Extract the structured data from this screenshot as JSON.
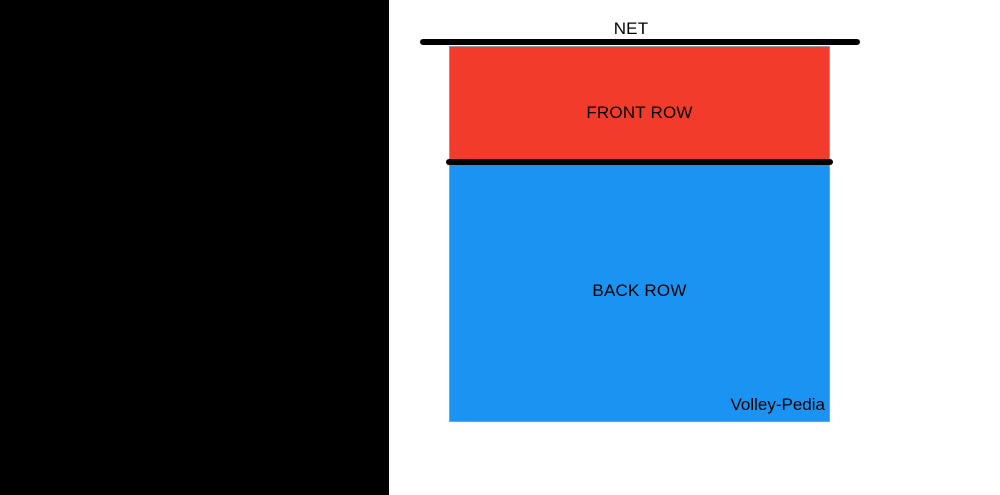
{
  "diagram": {
    "net_label": "NET",
    "front_row_label": "FRONT ROW",
    "back_row_label": "BACK ROW",
    "watermark": "Volley-Pedia",
    "colors": {
      "front_row_fill": "#f23b2a",
      "back_row_fill": "#1b93f2",
      "net_line": "#000000",
      "attack_line": "#000000",
      "court_border": "#999999",
      "side_panel": "#000000",
      "background": "#ffffff",
      "label_text": "#000000"
    }
  }
}
